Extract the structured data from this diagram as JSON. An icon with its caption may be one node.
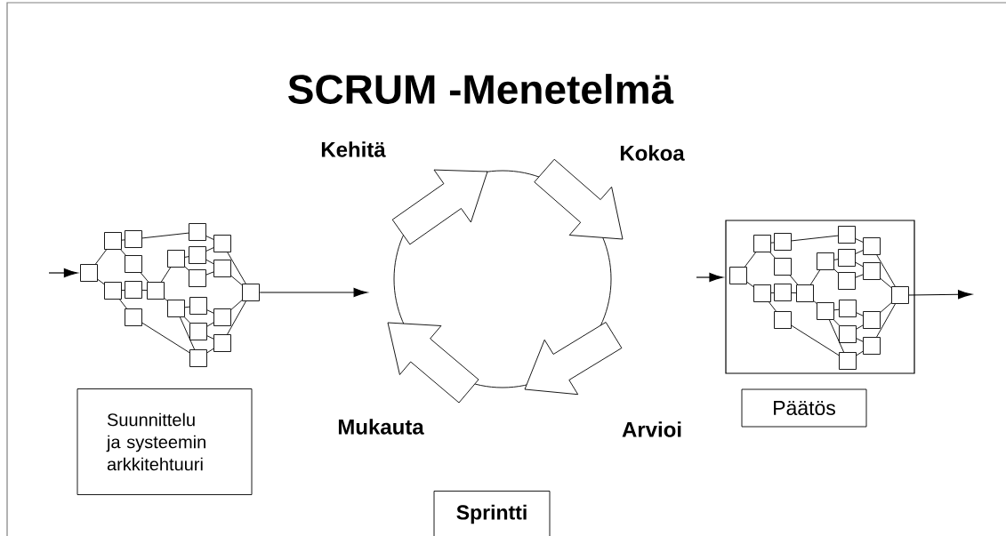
{
  "diagram": {
    "title": "SCRUM -Menetelmä",
    "nodes": [
      {
        "text": [],
        "shape": "picture"
      },
      {
        "text": [],
        "shape": "circle"
      },
      {
        "text": [],
        "shape": "box"
      },
      {
        "text": [],
        "shape": "picture",
        "in": 2
      },
      {
        "text": [
          "Suunnittelu ja systeemin arkkitehtuuri"
        ]
      },
      {
        "text": [
          "Päätös"
        ]
      },
      {
        "text": [
          "Sprintti"
        ]
      }
    ],
    "edges": [
      {
        "from": null,
        "to": 0,
        "arrow": "to"
      },
      {
        "from": 0,
        "to": 1,
        "arrow": "to"
      },
      {
        "from": null,
        "to": 2,
        "arrow": "to"
      },
      {
        "from": 3,
        "to": null,
        "arrow": "to"
      }
    ],
    "labels": [
      "Kehitä",
      "Kokoa",
      "Mukauta",
      "Arvioi"
    ]
  }
}
